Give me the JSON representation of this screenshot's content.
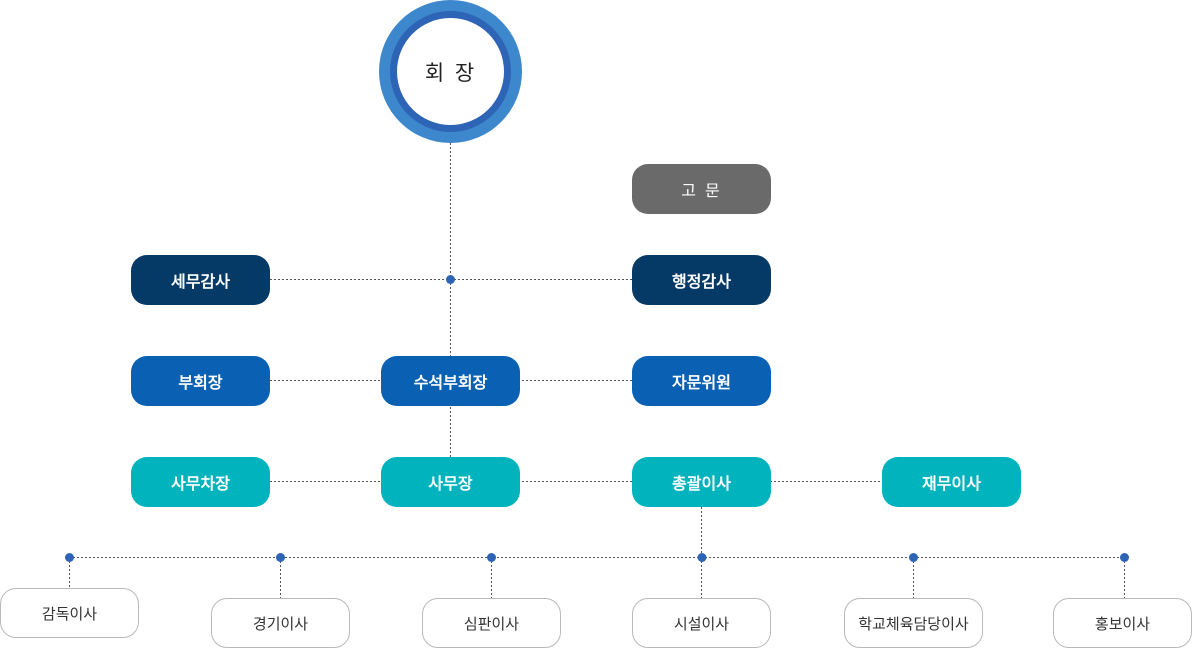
{
  "chairman": "회 장",
  "advisor": "고 문",
  "tax_audit": "세무감사",
  "admin_audit": "행정감사",
  "vice_president": "부회장",
  "senior_vice_president": "수석부회장",
  "advisory_committee": "자문위원",
  "deputy_secretary": "사무차장",
  "secretary_general": "사무장",
  "general_director": "총괄이사",
  "finance_director": "재무이사",
  "directors": [
    "감독이사",
    "경기이사",
    "심판이사",
    "시설이사",
    "학교체육담당이사",
    "홍보이사"
  ],
  "colors": {
    "navy": "#053a66",
    "blue": "#0a60b2",
    "teal": "#00b3bd",
    "gray": "#6a6a6a",
    "ring_outer": "#3d87cc",
    "ring_inner": "#2e64b6",
    "dot": "#2e64b6"
  }
}
